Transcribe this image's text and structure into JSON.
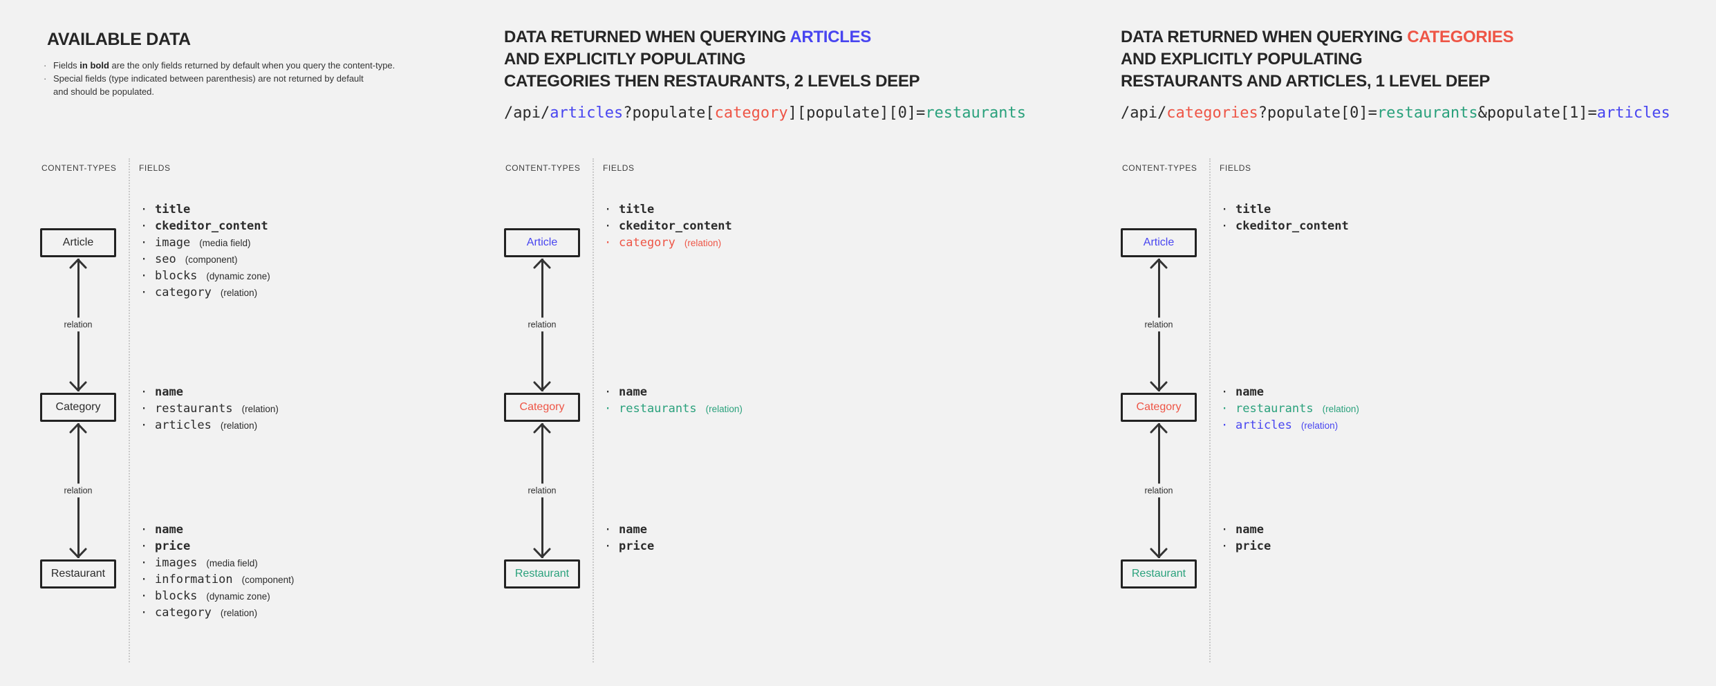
{
  "palette": {
    "background": "#f2f2f2",
    "text": "#2b2b2b",
    "blue": "#4845f0",
    "red": "#ee5546",
    "teal": "#2aa17c"
  },
  "labels": {
    "contentTypes": "CONTENT-TYPES",
    "fields": "FIELDS",
    "relation": "relation"
  },
  "panels": [
    {
      "name": "available-data",
      "title": [
        [
          {
            "text": "AVAILABLE DATA"
          }
        ]
      ],
      "notes": [
        {
          "parts": [
            {
              "text": "Fields "
            },
            {
              "text": "in bold",
              "bold": true
            },
            {
              "text": " are the only fields returned by default when you query the content-type."
            }
          ]
        },
        {
          "parts": [
            {
              "text": "Special fields (type indicated between parenthesis) are not returned by default"
            },
            {
              "br": true
            },
            {
              "text": "and should be populated."
            }
          ]
        }
      ],
      "code": null,
      "contentTypes": [
        {
          "label": "Article",
          "color": "text"
        },
        {
          "label": "Category",
          "color": "text"
        },
        {
          "label": "Restaurant",
          "color": "text"
        }
      ],
      "fieldGroups": [
        [
          {
            "name": "title",
            "bold": true,
            "color": "text"
          },
          {
            "name": "ckeditor_content",
            "bold": true,
            "color": "text"
          },
          {
            "name": "image",
            "annotation": "(media field)",
            "color": "text"
          },
          {
            "name": "seo",
            "annotation": "(component)",
            "color": "text"
          },
          {
            "name": "blocks",
            "annotation": "(dynamic zone)",
            "color": "text"
          },
          {
            "name": "category",
            "annotation": "(relation)",
            "color": "text"
          }
        ],
        [
          {
            "name": "name",
            "bold": true,
            "color": "text"
          },
          {
            "name": "restaurants",
            "annotation": "(relation)",
            "color": "text"
          },
          {
            "name": "articles",
            "annotation": "(relation)",
            "color": "text"
          }
        ],
        [
          {
            "name": "name",
            "bold": true,
            "color": "text"
          },
          {
            "name": "price",
            "bold": true,
            "color": "text"
          },
          {
            "name": "images",
            "annotation": "(media field)",
            "color": "text"
          },
          {
            "name": "information",
            "annotation": "(component)",
            "color": "text"
          },
          {
            "name": "blocks",
            "annotation": "(dynamic zone)",
            "color": "text"
          },
          {
            "name": "category",
            "annotation": "(relation)",
            "color": "text"
          }
        ]
      ]
    },
    {
      "name": "query-articles",
      "title": [
        [
          {
            "text": "DATA RETURNED WHEN QUERYING "
          },
          {
            "text": "ARTICLES",
            "color": "blue"
          }
        ],
        [
          {
            "text": "AND EXPLICITLY POPULATING"
          }
        ],
        [
          {
            "text": "CATEGORIES THEN RESTAURANTS, 2 LEVELS DEEP"
          }
        ]
      ],
      "notes": null,
      "code": [
        {
          "text": "/api/"
        },
        {
          "text": "articles",
          "color": "blue"
        },
        {
          "text": "?populate["
        },
        {
          "text": "category",
          "color": "red"
        },
        {
          "text": "][populate][0]="
        },
        {
          "text": "restaurants",
          "color": "teal"
        }
      ],
      "contentTypes": [
        {
          "label": "Article",
          "color": "blue"
        },
        {
          "label": "Category",
          "color": "red"
        },
        {
          "label": "Restaurant",
          "color": "teal"
        }
      ],
      "fieldGroups": [
        [
          {
            "name": "title",
            "bold": true,
            "color": "text"
          },
          {
            "name": "ckeditor_content",
            "bold": true,
            "color": "text"
          },
          {
            "name": "category",
            "annotation": "(relation)",
            "color": "red"
          }
        ],
        [
          {
            "name": "name",
            "bold": true,
            "color": "text"
          },
          {
            "name": "restaurants",
            "annotation": "(relation)",
            "color": "teal"
          }
        ],
        [
          {
            "name": "name",
            "bold": true,
            "color": "text"
          },
          {
            "name": "price",
            "bold": true,
            "color": "text"
          }
        ]
      ]
    },
    {
      "name": "query-categories",
      "title": [
        [
          {
            "text": "DATA RETURNED WHEN QUERYING "
          },
          {
            "text": "CATEGORIES",
            "color": "red"
          }
        ],
        [
          {
            "text": "AND EXPLICITLY POPULATING"
          }
        ],
        [
          {
            "text": "RESTAURANTS AND ARTICLES, 1 LEVEL DEEP"
          }
        ]
      ],
      "notes": null,
      "code": [
        {
          "text": "/api/"
        },
        {
          "text": "categories",
          "color": "red"
        },
        {
          "text": "?populate[0]="
        },
        {
          "text": "restaurants",
          "color": "teal"
        },
        {
          "text": "&populate[1]="
        },
        {
          "text": "articles",
          "color": "blue"
        }
      ],
      "contentTypes": [
        {
          "label": "Article",
          "color": "blue"
        },
        {
          "label": "Category",
          "color": "red"
        },
        {
          "label": "Restaurant",
          "color": "teal"
        }
      ],
      "fieldGroups": [
        [
          {
            "name": "title",
            "bold": true,
            "color": "text"
          },
          {
            "name": "ckeditor_content",
            "bold": true,
            "color": "text"
          }
        ],
        [
          {
            "name": "name",
            "bold": true,
            "color": "text"
          },
          {
            "name": "restaurants",
            "annotation": "(relation)",
            "color": "teal"
          },
          {
            "name": "articles",
            "annotation": "(relation)",
            "color": "blue"
          }
        ],
        [
          {
            "name": "name",
            "bold": true,
            "color": "text"
          },
          {
            "name": "price",
            "bold": true,
            "color": "text"
          }
        ]
      ]
    }
  ]
}
